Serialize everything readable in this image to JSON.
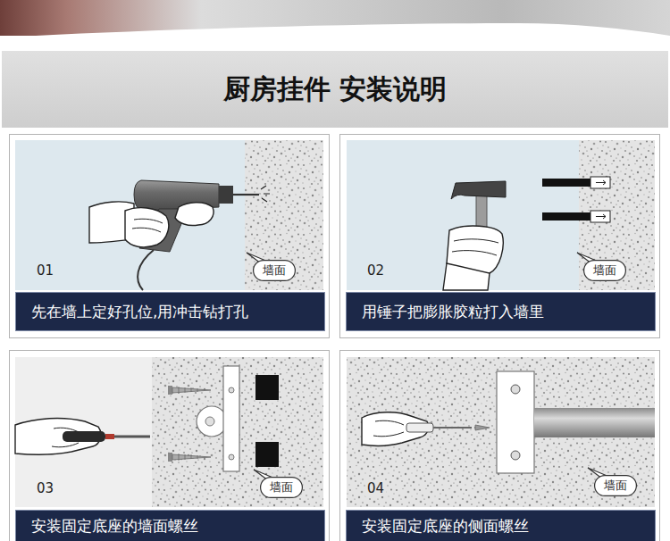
{
  "diagram": {
    "title": "厨房挂件 安装说明",
    "nodes": [
      {
        "text": [
          "01"
        ]
      },
      {
        "text": [
          "墙面"
        ],
        "in": 0
      },
      {
        "text": [
          "先在墙上定好孔位,用冲击钻打孔"
        ],
        "in": 0
      },
      {
        "text": [
          "02"
        ]
      },
      {
        "text": [
          "墙面"
        ],
        "in": 3
      },
      {
        "text": [
          "用锤子把膨胀胶粒打入墙里"
        ],
        "in": 3
      },
      {
        "text": [
          "03"
        ]
      },
      {
        "text": [
          "墙面"
        ],
        "in": 6
      },
      {
        "text": [
          "安装固定底座的墙面螺丝"
        ],
        "in": 6
      },
      {
        "text": [
          "04"
        ]
      },
      {
        "text": [
          "墙面"
        ],
        "in": 9
      },
      {
        "text": [
          "安装固定底座的侧面螺丝"
        ],
        "in": 9
      }
    ]
  }
}
